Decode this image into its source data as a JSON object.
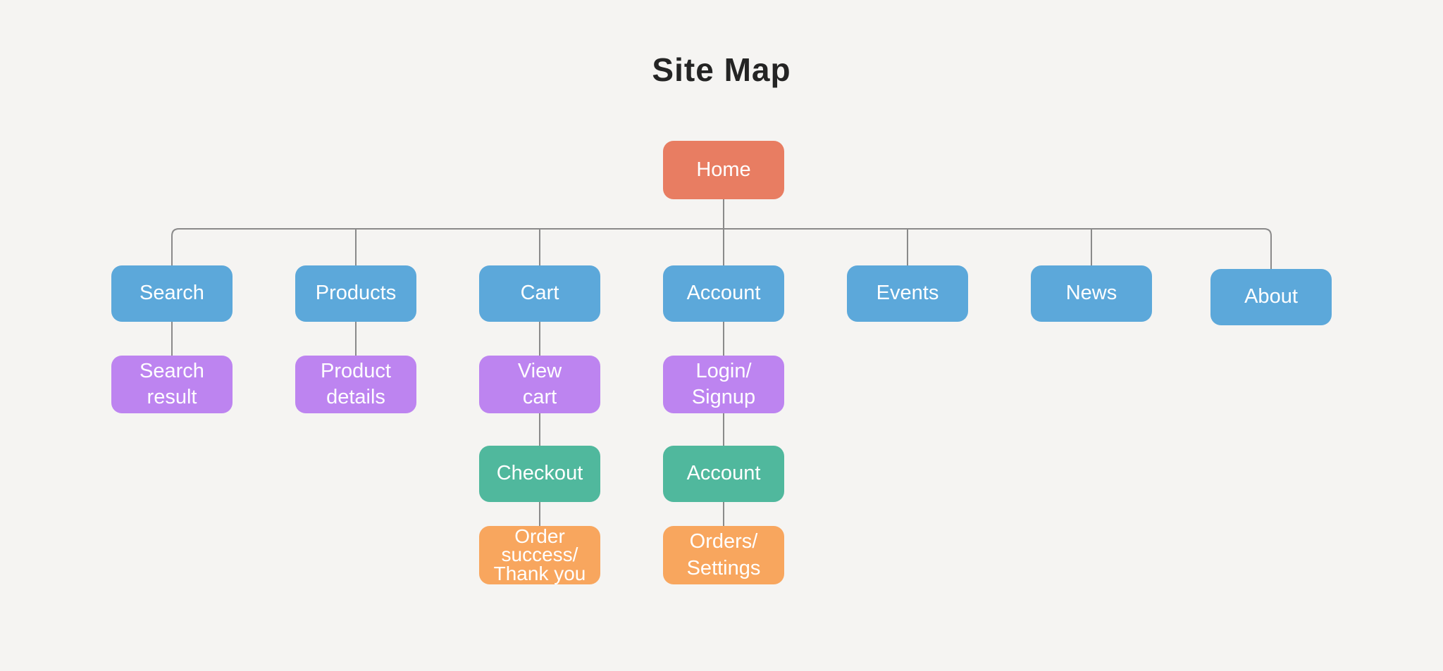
{
  "title": "Site Map",
  "colors": {
    "background": "#f5f4f2",
    "home_node": "#e87d62",
    "level1_node": "#5ca8da",
    "level2_node": "#bd84f0",
    "level3_node": "#50b89d",
    "level4_node": "#f8a65e",
    "connector_line": "#8a8a8a",
    "title_text": "#242424",
    "node_text": "#ffffff"
  },
  "nodes": {
    "home": {
      "label": "Home"
    },
    "level1": [
      {
        "label": "Search"
      },
      {
        "label": "Products"
      },
      {
        "label": "Cart"
      },
      {
        "label": "Account"
      },
      {
        "label": "Events"
      },
      {
        "label": "News"
      },
      {
        "label": "About"
      }
    ],
    "level2": [
      {
        "label": "Search\nresult"
      },
      {
        "label": "Product\ndetails"
      },
      {
        "label": "View\ncart"
      },
      {
        "label": "Login/\nSignup"
      }
    ],
    "level3": [
      {
        "label": "Checkout"
      },
      {
        "label": "Account"
      }
    ],
    "level4": [
      {
        "label": "Order\nsuccess/\nThank you"
      },
      {
        "label": "Orders/\nSettings"
      }
    ]
  }
}
